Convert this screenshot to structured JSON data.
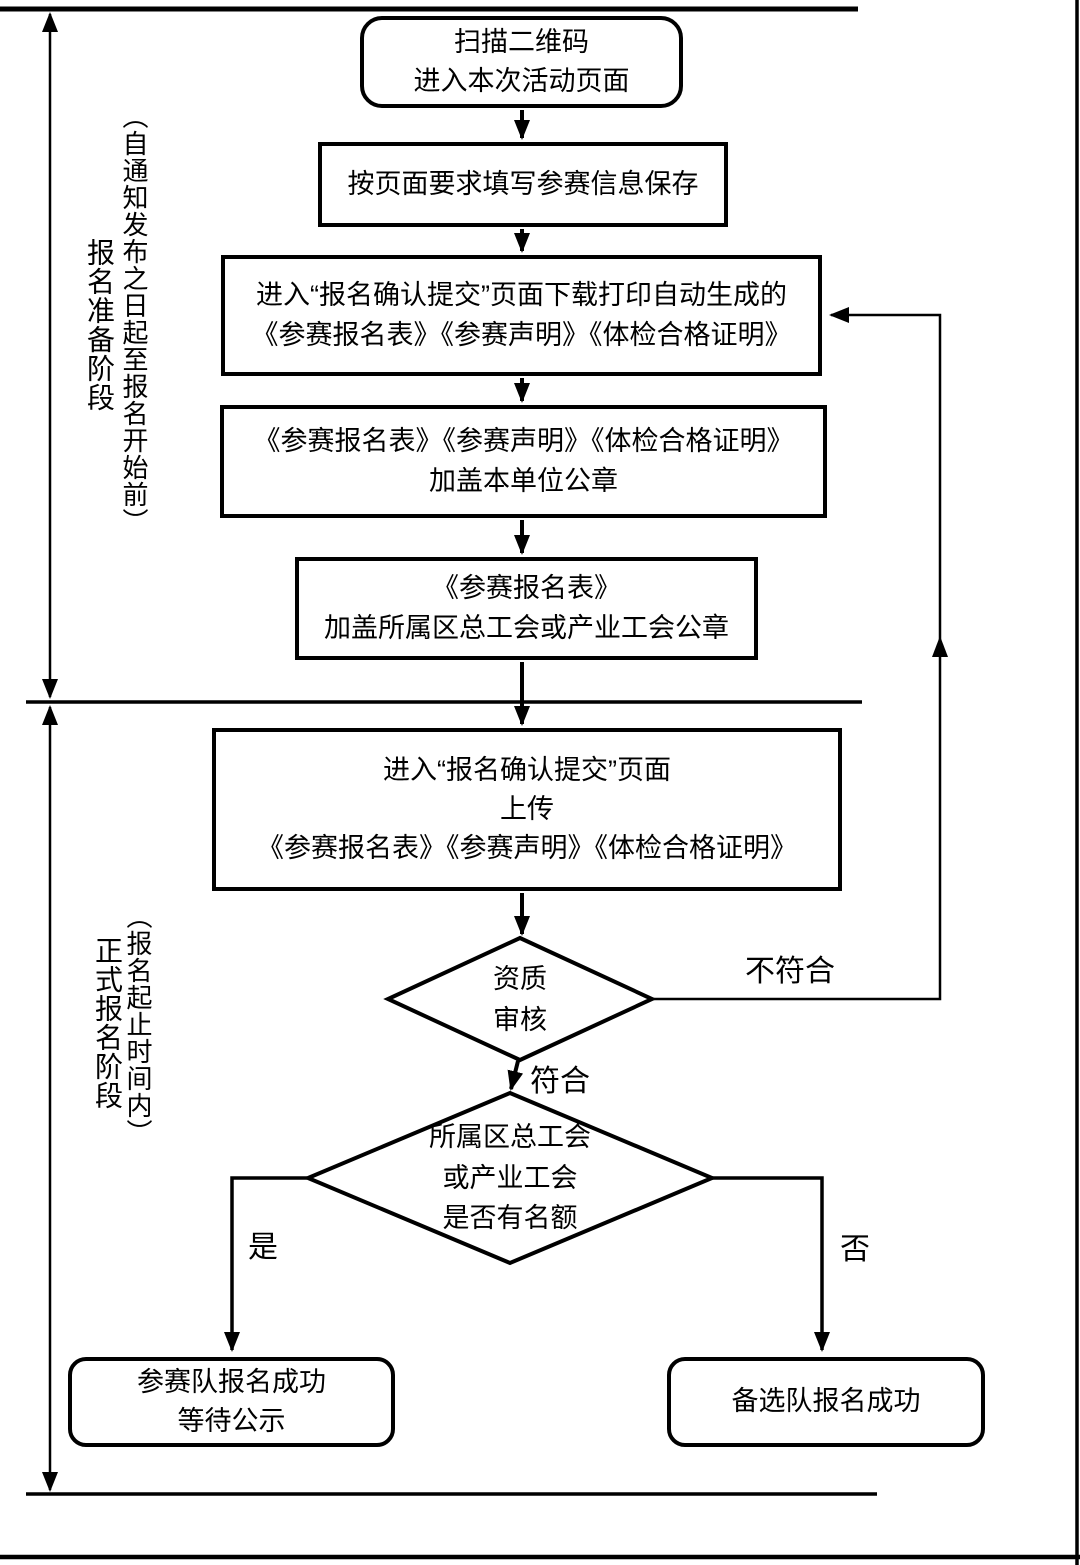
{
  "page": {
    "bg": "#ffffff",
    "line_color": "#000000"
  },
  "sections": {
    "preparation": {
      "period": "（自通知发布之日起至报名开始前）",
      "phase": "报名准备阶段"
    },
    "formal": {
      "period": "（报名起止时间内）",
      "phase": "正式报名阶段"
    }
  },
  "nodes": {
    "scan_qr": {
      "line1": "扫描二维码",
      "line2": "进入本次活动页面"
    },
    "fill_info": {
      "line1": "按页面要求填写参赛信息保存"
    },
    "download_print": {
      "line1": "进入“报名确认提交”页面下载打印自动生成的",
      "line2": "《参赛报名表》《参赛声明》《体检合格证明》"
    },
    "unit_seal": {
      "line1": "《参赛报名表》《参赛声明》《体检合格证明》",
      "line2": "加盖本单位公章"
    },
    "union_seal": {
      "line1": "《参赛报名表》",
      "line2": "加盖所属区总工会或产业工会公章"
    },
    "upload": {
      "line1": "进入“报名确认提交”页面",
      "line2": "上传",
      "line3": "《参赛报名表》《参赛声明》《体检合格证明》"
    },
    "qualification_review": {
      "line1": "资质",
      "line2": "审核"
    },
    "quota_check": {
      "line1": "所属区总工会",
      "line2": "或产业工会",
      "line3": "是否有名额"
    },
    "team_success": {
      "line1": "参赛队报名成功",
      "line2": "等待公示"
    },
    "backup_success": {
      "line1": "备选队报名成功"
    }
  },
  "edge_labels": {
    "not_qualified": "不符合",
    "qualified": "符合",
    "has_quota": "是",
    "no_quota": "否"
  }
}
